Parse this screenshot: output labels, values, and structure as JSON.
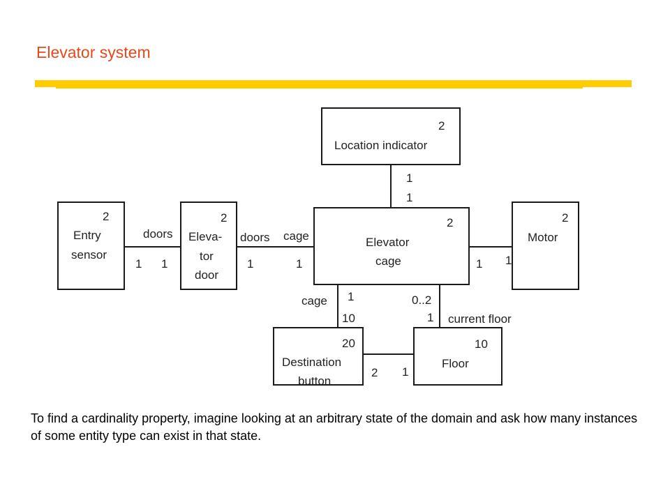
{
  "title": "Elevator system",
  "entities": {
    "location_indicator": {
      "count": "2",
      "name": [
        "Location indicator"
      ]
    },
    "entry_sensor": {
      "count": "2",
      "name": [
        "Entry",
        "sensor"
      ]
    },
    "elevator_door": {
      "count": "2",
      "name": [
        "Eleva-",
        "tor",
        "door"
      ]
    },
    "elevator_cage": {
      "count": "2",
      "name": [
        "Elevator",
        "cage"
      ]
    },
    "motor": {
      "count": "2",
      "name": [
        "Motor"
      ]
    },
    "destination_button": {
      "count": "20",
      "name": [
        "Destination",
        "button"
      ]
    },
    "floor": {
      "count": "10",
      "name": [
        "Floor"
      ]
    }
  },
  "relationships": {
    "sensor_door": {
      "label": "doors",
      "left": "1",
      "right": "1"
    },
    "door_cage": {
      "label_left": "doors",
      "label_right": "cage",
      "left": "1",
      "right": "1"
    },
    "indicator_cage": {
      "top": "1",
      "bottom": "1"
    },
    "cage_motor": {
      "left": "1",
      "right": "1"
    },
    "cage_button": {
      "label": "cage",
      "top": "1",
      "bottom": "10"
    },
    "cage_floor": {
      "label": "current floor",
      "top": "0..2",
      "bottom": "1"
    },
    "button_floor": {
      "left": "2",
      "right": "1"
    }
  },
  "caption": "To find a cardinality property, imagine looking at an arbitrary state of the domain and ask how many instances of some entity type can exist in that state."
}
